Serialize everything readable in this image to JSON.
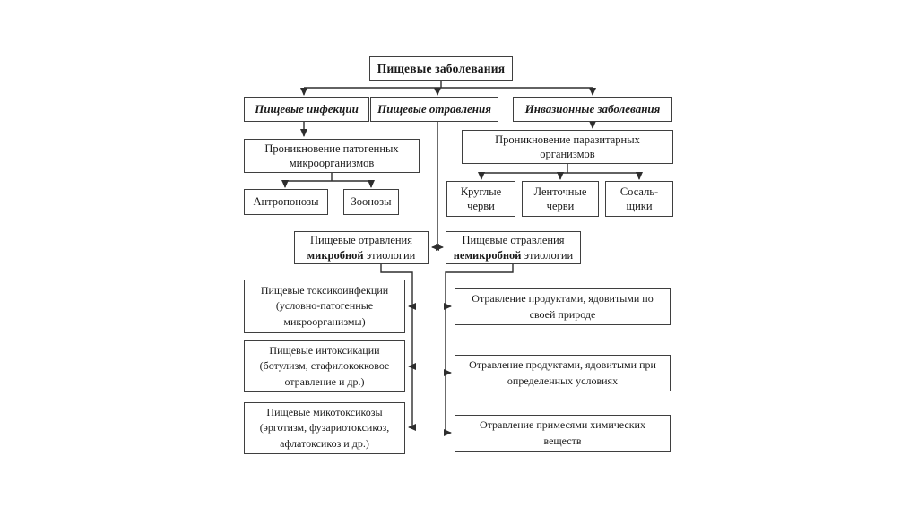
{
  "diagram": {
    "title": "Пищевые заболевания",
    "nodes": {
      "root": {
        "label": "Пищевые заболевания"
      },
      "infections": {
        "label": "Пищевые инфекции"
      },
      "poisonings": {
        "label": "Пищевые отравления"
      },
      "invasive": {
        "label": "Инвазионные заболевания"
      },
      "pathogenic": {
        "label": "Проникновение патогенных микроорганизмов"
      },
      "anthroponoses": {
        "label": "Антропонозы"
      },
      "zoonoses": {
        "label": "Зоонозы"
      },
      "parasitic": {
        "label": "Проникновение паразитарных организмов"
      },
      "roundworms": {
        "label": "Круглые черви"
      },
      "tapeworms": {
        "label": "Ленточные черви"
      },
      "flukes": {
        "label": "Сосаль-\nщики"
      },
      "microbial": {
        "line1": "Пищевые отравления",
        "bold_word": "микробной",
        "rest": " этиологии"
      },
      "nonmicrobial": {
        "line1": "Пищевые отравления",
        "bold_word": "немикробной",
        "rest": " этиологии"
      },
      "toxicoinfections": {
        "label": "Пищевые токсикоинфекции (условно-патогенные микроорганизмы)"
      },
      "intoxications": {
        "label": "Пищевые интоксикации (ботулизм, стафилококковое отравление и др.)"
      },
      "mycotoxicoses": {
        "label": "Пищевые микотоксикозы (эрготизм, фузариотоксикоз, афлатоксикоз и др.)"
      },
      "poisonous_nature": {
        "label": "Отравление продуктами, ядовитыми по своей природе"
      },
      "poisonous_conditions": {
        "label": "Отравление продуктами, ядовитыми при определенных условиях"
      },
      "chemical_impurities": {
        "label": "Отравление примесями химических веществ"
      }
    },
    "colors": {
      "line": "#2e2e2e",
      "box_border": "#3f3f3f",
      "box_background": "#ffffff",
      "text": "#1a1a1a",
      "page_background": "#ffffff"
    }
  }
}
